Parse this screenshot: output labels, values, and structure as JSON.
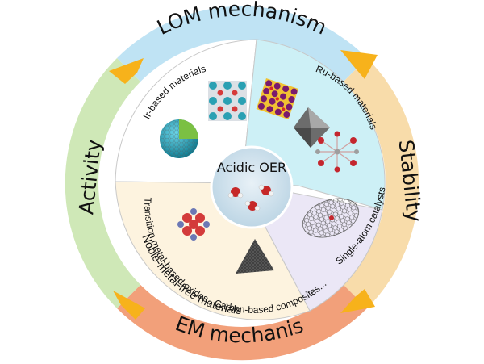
{
  "diagram": {
    "ring": {
      "top": {
        "label": "LOM mechanism",
        "color": "#bfe3f4"
      },
      "bottom": {
        "label": "AEM mechanism",
        "color": "#f2a07a"
      },
      "left": {
        "label": "Activity",
        "color": "#cfe8b7"
      },
      "right": {
        "label": "Stability",
        "color": "#f8dcaa"
      },
      "arrow_color": "#f7b21b"
    },
    "center": {
      "label": "Acidic OER",
      "color": "#cfe2ee"
    },
    "segments": {
      "ir": {
        "label": "Ir-based materials",
        "color": "#ffffff"
      },
      "ru": {
        "label": "Ru-based materials",
        "color": "#cdf0f6"
      },
      "sac": {
        "label": "Single-atom catalysts",
        "color": "#ebe7f6"
      },
      "nmf": {
        "line1": "Transition metal-based oxides,, Carbon-based composites...",
        "line2": "Noble-metal-free materials",
        "color": "#fdf3df"
      }
    },
    "icons": [
      "ir-crystal-lattice-icon",
      "ir-sphere-particle-icon",
      "ru-crystal-lattice-icon",
      "ru-octahedron-icon",
      "ru-molecular-structure-icon",
      "single-atom-graphene-icon",
      "oxide-cluster-icon",
      "carbon-pyramid-icon",
      "water-molecule-icon"
    ]
  }
}
